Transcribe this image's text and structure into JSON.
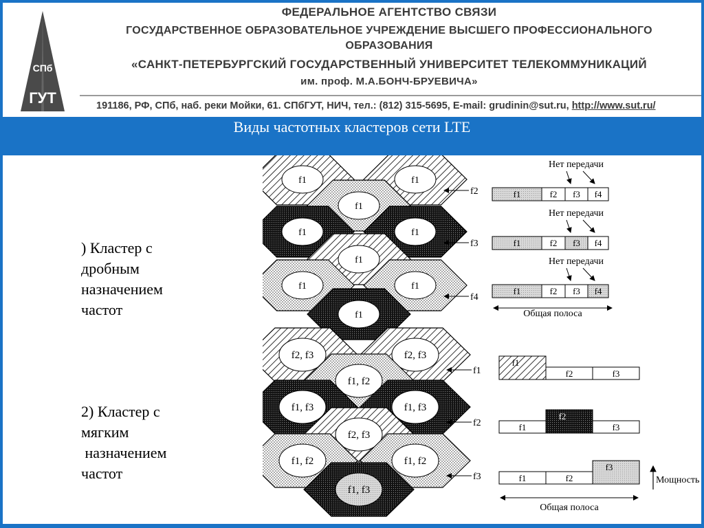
{
  "header": {
    "line1": "ФЕДЕРАЛЬНОЕ АГЕНТСТВО СВЯЗИ",
    "line2": "ГОСУДАРСТВЕННОЕ ОБРАЗОВАТЕЛЬНОЕ УЧРЕЖДЕНИЕ ВЫСШЕГО ПРОФЕССИОНАЛЬНОГО",
    "line3": "ОБРАЗОВАНИЯ",
    "line4": "«САНКТ-ПЕТЕРБУРГСКИЙ ГОСУДАРСТВЕННЫЙ УНИВЕРСИТЕТ ТЕЛЕКОММУНИКАЦИЙ",
    "line5": "им. проф. М.А.БОНЧ-БРУЕВИЧА»",
    "address": "191186, РФ, СПб, наб. реки Мойки, 61. СПбГУТ, НИЧ, тел.: (812) 315-5695, E-mail: grudinin@sut.ru, ",
    "url": "http://www.sut.ru/",
    "logo_text_top": "СПб",
    "logo_text_bottom": "ГУТ"
  },
  "slide": {
    "title": "Виды частотных кластеров сети LTE",
    "label1": ") Кластер с\nдробным\nназначением\nчастот",
    "label2": "2) Кластер с\nмягким\n назначением\nчастот"
  },
  "figure": {
    "top_cells": [
      {
        "label": "f1",
        "pattern": "hatch"
      },
      {
        "label": "f1",
        "pattern": "hatch"
      },
      {
        "label": "f1",
        "pattern": "dots"
      },
      {
        "label": "f1",
        "pattern": "dark"
      },
      {
        "label": "f1",
        "pattern": "dark"
      },
      {
        "label": "f1",
        "pattern": "hatch"
      },
      {
        "label": "f1",
        "pattern": "dots"
      },
      {
        "label": "f1",
        "pattern": "dots"
      },
      {
        "label": "f1",
        "pattern": "dark"
      }
    ],
    "bottom_cells": [
      {
        "label": "f2, f3",
        "pattern": "hatch"
      },
      {
        "label": "f2, f3",
        "pattern": "hatch"
      },
      {
        "label": "f1, f2",
        "pattern": "dots"
      },
      {
        "label": "f1, f3",
        "pattern": "dark"
      },
      {
        "label": "f1, f3",
        "pattern": "dark"
      },
      {
        "label": "f2, f3",
        "pattern": "hatch"
      },
      {
        "label": "f1, f2",
        "pattern": "dots"
      },
      {
        "label": "f1, f2",
        "pattern": "dots"
      },
      {
        "label": "f1, f3",
        "pattern": "dark"
      }
    ],
    "top_pointers": [
      "f2",
      "f3",
      "f4"
    ],
    "no_tx": "Нет передачи",
    "top_band": [
      "f1",
      "f2",
      "f3",
      "f4"
    ],
    "total_band": "Общая полоса",
    "bottom_pointers": [
      "f1",
      "f2",
      "f3"
    ],
    "bottom_band": [
      "f1",
      "f2",
      "f3"
    ],
    "power": "Мощность"
  },
  "colors": {
    "blue": "#1a73c6"
  }
}
